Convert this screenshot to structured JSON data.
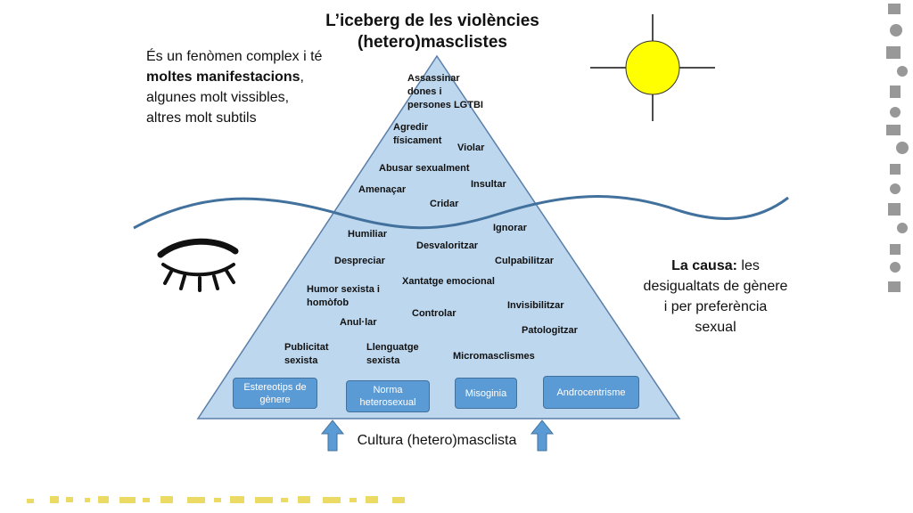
{
  "title_line1": "L’iceberg de les violències",
  "title_line2": "(hetero)masclistes",
  "intro": {
    "before": "És un fenòmen complex i té ",
    "bold": "moltes manifestacions",
    "after": ", algunes molt vissibles, altres molt subtils"
  },
  "cause": {
    "bold": "La causa:",
    "rest": " les desigualtats de gènere i per preferència sexual"
  },
  "culture": "Cultura (hetero)masclista",
  "visible_tags": [
    "Assassinar\ndones i\npersones LGTBI",
    "Agredir\nfísicament",
    "Violar",
    "Abusar sexualment",
    "Insultar",
    "Amenaçar",
    "Cridar"
  ],
  "hidden_tags": [
    "Ignorar",
    "Humiliar",
    "Desvaloritzar",
    "Despreciar",
    "Culpabilitzar",
    "Xantatge emocional",
    "Humor sexista i\nhomòfob",
    "Invisibilitzar",
    "Controlar",
    "Anul·lar",
    "Patologitzar",
    "Publicitat\nsexista",
    "Llenguatge\nsexista",
    "Micromasclismes"
  ],
  "base_boxes": [
    "Estereotips de\ngènere",
    "Norma\nheterosexual",
    "Misoginia",
    "Androcentrisme"
  ],
  "colors": {
    "pyramid_fill": "#bdd7ee",
    "pyramid_stroke": "#5b7fa8",
    "wave": "#41719c",
    "box": "#5b9bd5",
    "sun": "#ffff00"
  },
  "icons": [
    "sun-icon",
    "closed-eye-icon",
    "up-arrow-icon"
  ]
}
